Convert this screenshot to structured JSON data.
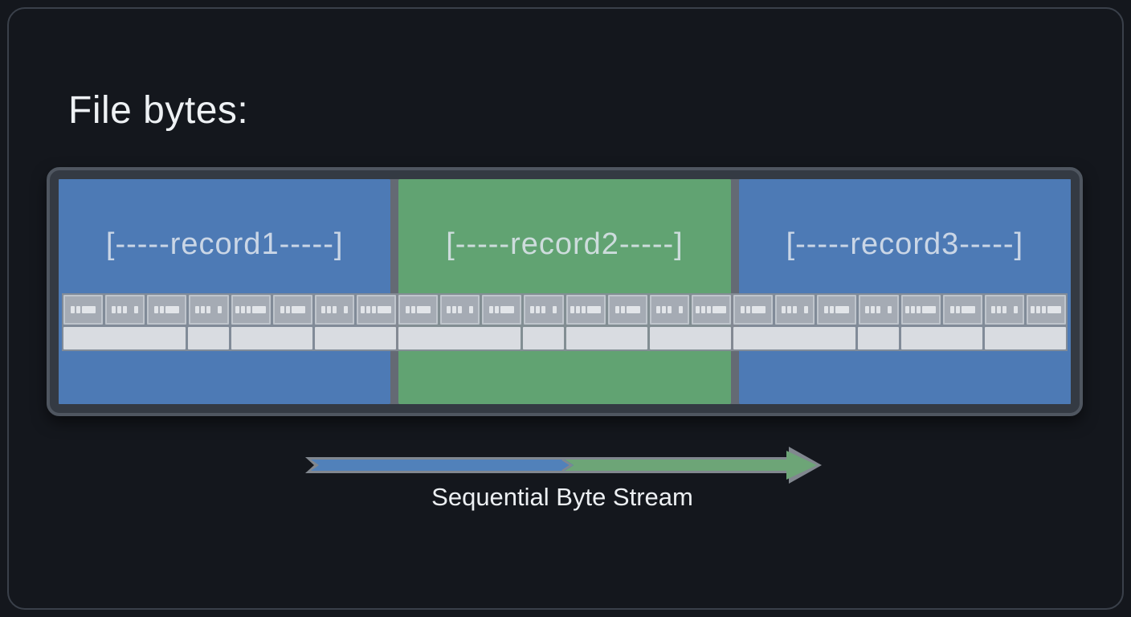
{
  "title": "File bytes:",
  "records": [
    {
      "label": "[-----record1-----]",
      "color": "#4d7ab5"
    },
    {
      "label": "[-----record2-----]",
      "color": "#61a372"
    },
    {
      "label": "[-----record3-----]",
      "color": "#4d7ab5"
    }
  ],
  "byte_strip": {
    "cell_patterns": [
      "ssW",
      "sss_s",
      "ssW",
      "sss_s",
      "sssW",
      "ssW",
      "sss_s",
      "sssW",
      "ssW",
      "sss_s",
      "ssW",
      "sss_s",
      "sssW",
      "ssW",
      "sss_s",
      "sssW",
      "ssW",
      "sss_s",
      "ssW",
      "sss_s",
      "sssW",
      "ssW",
      "sss_s",
      "sssW"
    ],
    "bottom_segment_units": [
      3,
      1,
      2,
      2,
      3,
      1,
      2,
      2,
      3,
      1,
      2,
      2
    ]
  },
  "arrow": {
    "label": "Sequential Byte Stream",
    "start_color": "#5181ba",
    "end_color": "#6da577",
    "outline_color": "#81878f"
  },
  "colors": {
    "background": "#14171d",
    "frame_border": "#3a404a",
    "container_bg": "#343a43",
    "container_border": "#4f5660",
    "record_divider": "#646a74",
    "strip_bg": "#868d97",
    "cell_bg": "#a5abb4",
    "cell_glyph": "#e2e5e9",
    "segment_bg": "#d9dce1",
    "title_color": "#eef1f4"
  }
}
